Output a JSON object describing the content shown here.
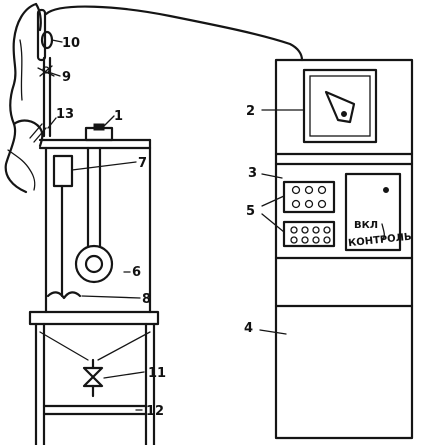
{
  "labels": {
    "l1": "1",
    "l2": "2",
    "l3": "3",
    "l4": "4",
    "l5": "5",
    "l6": "6",
    "l7": "7",
    "l8": "8",
    "l9": "9",
    "l10": "10",
    "l11": "11",
    "l12": "12",
    "l13": "13"
  },
  "panel": {
    "on_label": "ВКЛ",
    "control_label": "КОНТРОЛЬ"
  }
}
